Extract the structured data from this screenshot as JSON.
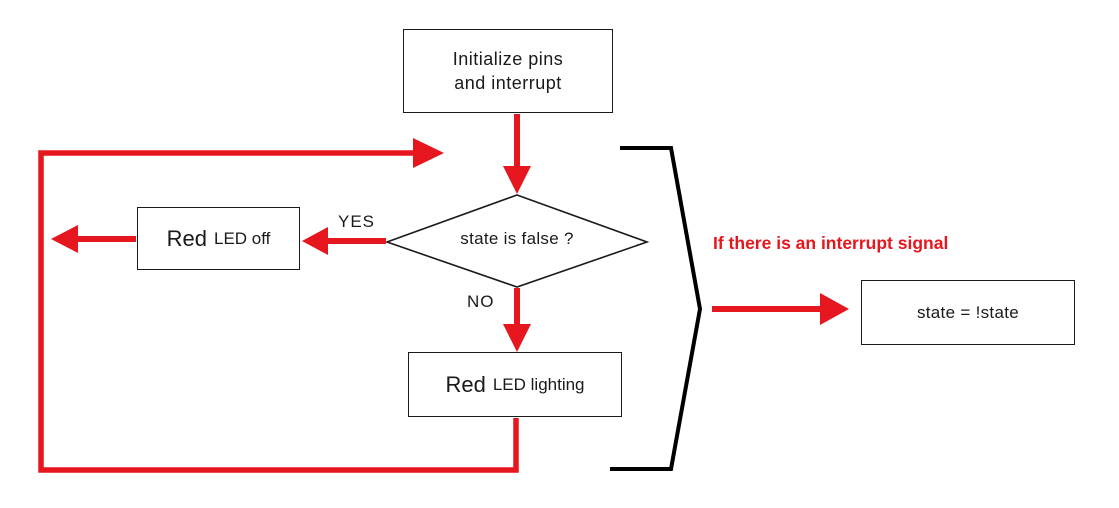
{
  "diagram": {
    "init_box": {
      "line1": "Initialize pins",
      "line2": "and interrupt"
    },
    "decision": {
      "text": "state is false ?"
    },
    "yes_label": "YES",
    "no_label": "NO",
    "led_off_box": {
      "red": "Red",
      "rest": "LED off"
    },
    "led_on_box": {
      "red": "Red",
      "rest": "LED lighting"
    },
    "interrupt_label": "If there is an interrupt signal",
    "state_box": {
      "text": "state = !state"
    }
  },
  "colors": {
    "arrow": "#e5161d",
    "outline": "#1a1a1a",
    "interrupt_text": "#e5161d"
  }
}
